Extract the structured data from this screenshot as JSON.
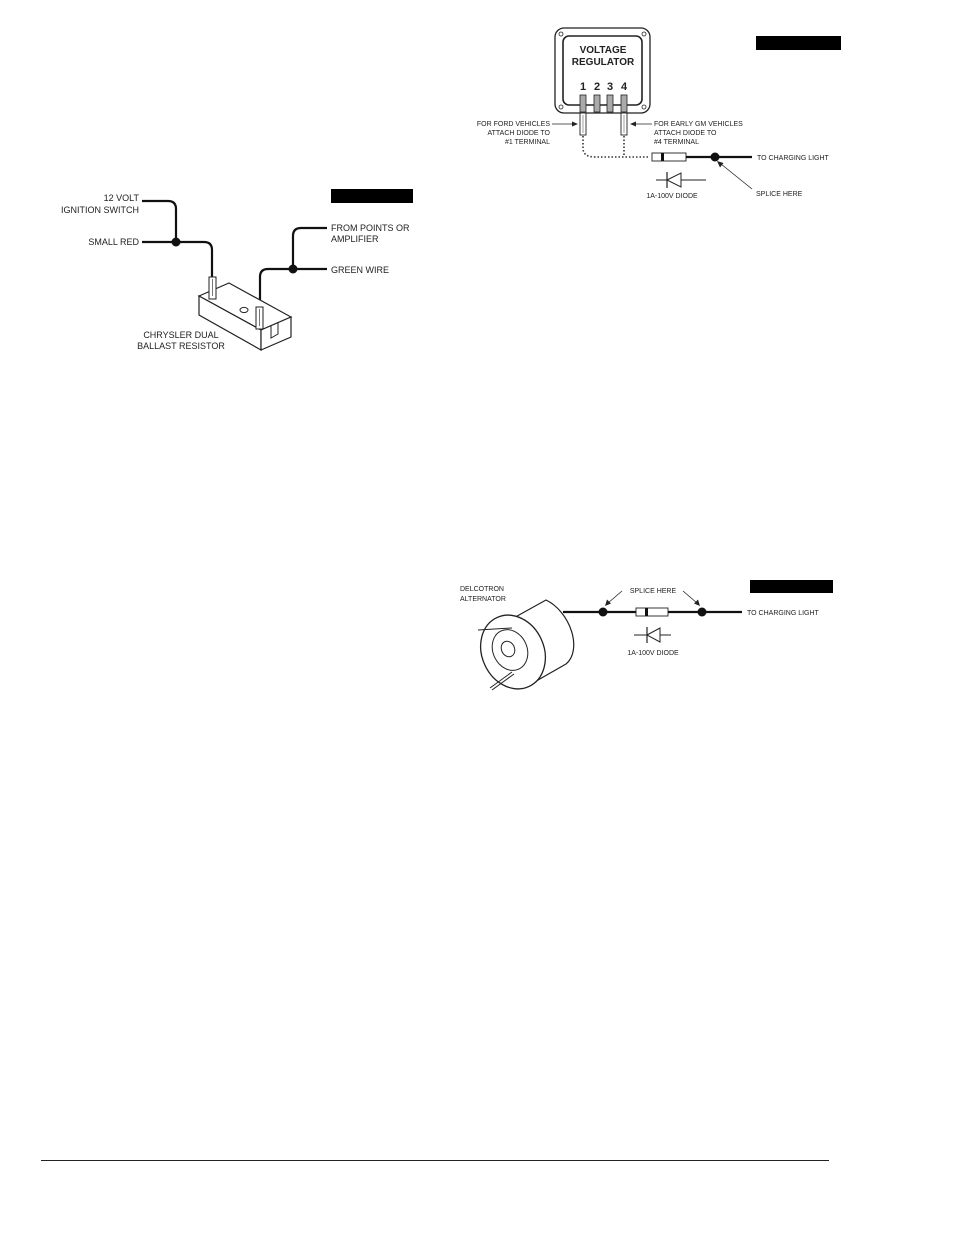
{
  "figures": {
    "ballast": {
      "label_ignition_line1": "12 VOLT",
      "label_ignition_line2": "IGNITION SWITCH",
      "label_small_red": "SMALL RED",
      "label_points_line1": "FROM POINTS OR",
      "label_points_line2": "AMPLIFIER",
      "label_green": "GREEN WIRE",
      "label_resistor_line1": "CHRYSLER DUAL",
      "label_resistor_line2": "BALLAST RESISTOR"
    },
    "regulator": {
      "title_line1": "VOLTAGE",
      "title_line2": "REGULATOR",
      "terminals": [
        "1",
        "2",
        "3",
        "4"
      ],
      "ford_line1": "FOR FORD VEHICLES",
      "ford_line2": "ATTACH DIODE TO",
      "ford_line3": "#1 TERMINAL",
      "gm_line1": "FOR EARLY GM VEHICLES",
      "gm_line2": "ATTACH DIODE TO",
      "gm_line3": "#4 TERMINAL",
      "to_light": "TO CHARGING LIGHT",
      "diode": "1A-100V DIODE",
      "splice": "SPLICE HERE"
    },
    "delcotron": {
      "alt_line1": "DELCOTRON",
      "alt_line2": "ALTERNATOR",
      "splice": "SPLICE HERE",
      "to_light": "TO CHARGING LIGHT",
      "diode": "1A-100V DIODE"
    }
  }
}
